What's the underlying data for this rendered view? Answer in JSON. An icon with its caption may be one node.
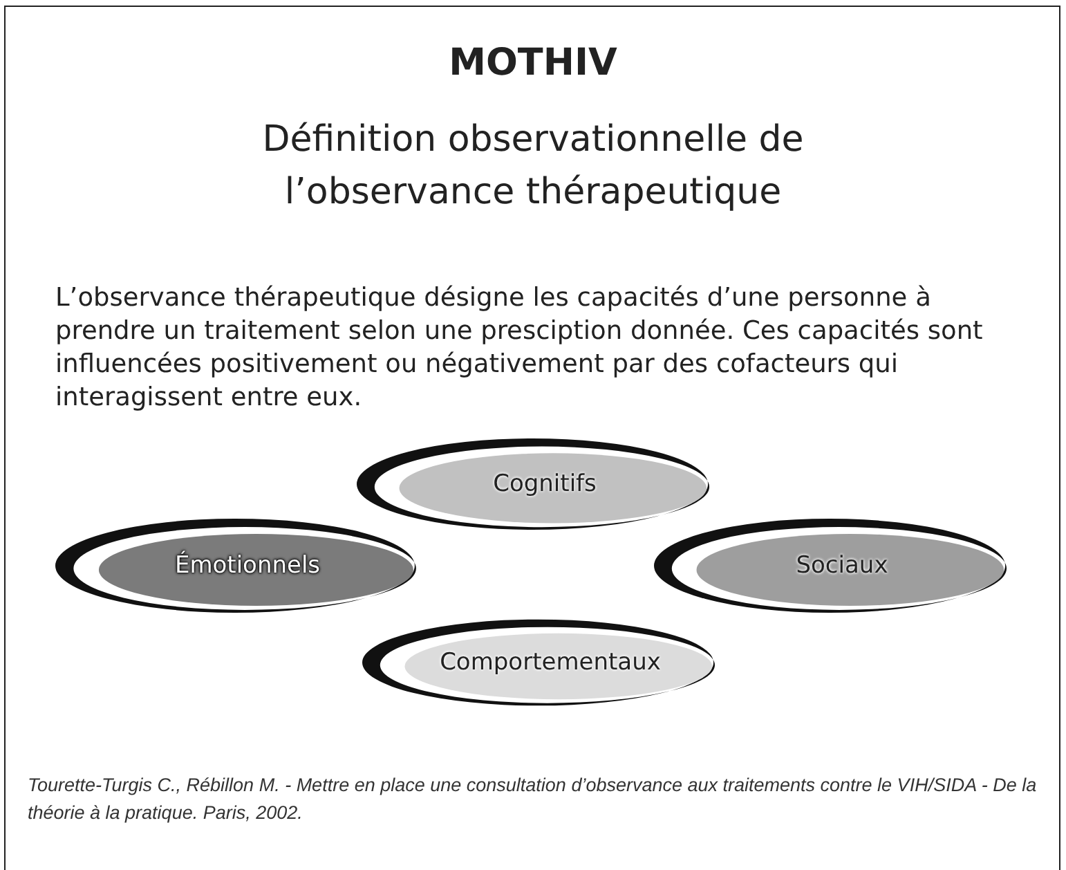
{
  "diagram": {
    "title": "MOTHIV",
    "nodes": [
      {
        "text": [
          "Cognitifs"
        ]
      },
      {
        "text": [
          "Émotionnels"
        ]
      },
      {
        "text": [
          "Sociaux"
        ]
      },
      {
        "text": [
          "Comportementaux"
        ]
      }
    ],
    "labels": [
      "Définition observationnelle de l’observance thérapeutique",
      "L’observance thérapeutique désigne les capacités d’une personne à prendre un traitement selon une presciption donnée. Ces capacités sont influencées positivement ou négativement par des cofacteurs qui interagissent entre eux.",
      "Tourette-Turgis C., Rébillon M. - Mettre en place une consultation d’observance aux traitements contre le VIH/SIDA - De la théorie à la pratique. Paris, 2002."
    ]
  }
}
